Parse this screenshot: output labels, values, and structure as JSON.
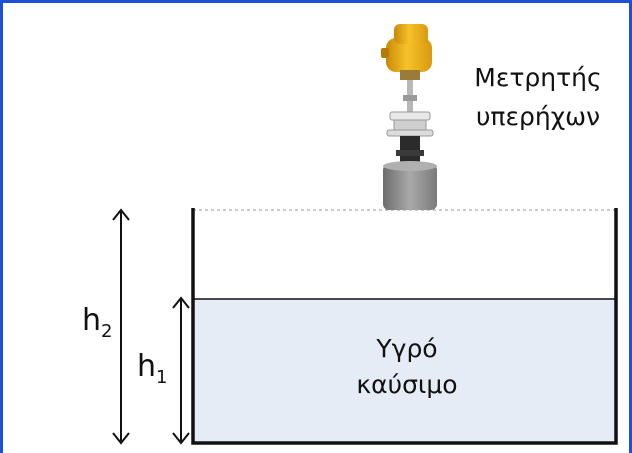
{
  "sensor": {
    "label_line1": "Μετρητής",
    "label_line2": "υπερήχων"
  },
  "liquid": {
    "label_line1": "Υγρό",
    "label_line2": "καύσιμο"
  },
  "dimensions": {
    "h2_base": "h",
    "h2_sub": "2",
    "h1_base": "h",
    "h1_sub": "1"
  },
  "colors": {
    "frame_border": "#1f4fd8",
    "liquid_fill": "#e6ecf6",
    "tank_wall": "#111111",
    "sensor_head": "#f2b21c",
    "sensor_bottom": "#8c8c8c"
  }
}
